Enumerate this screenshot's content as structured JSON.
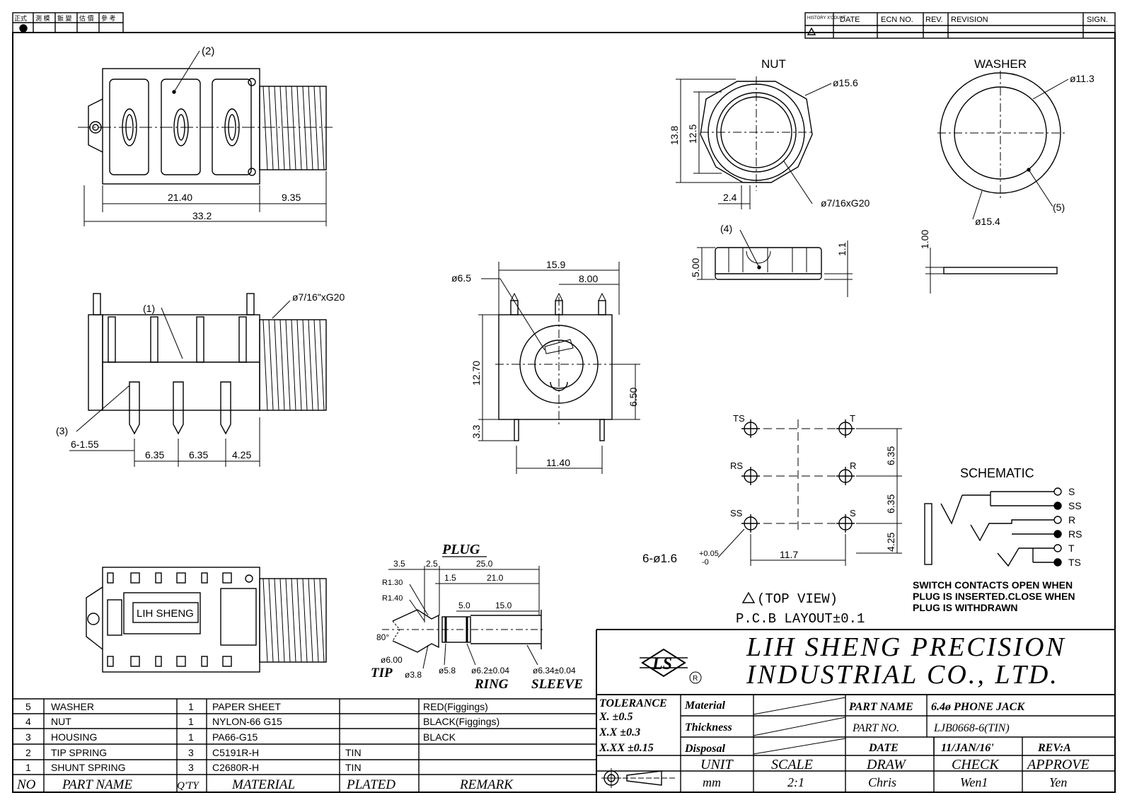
{
  "header": {
    "codes": [
      "正式",
      "測 模",
      "鈑 變",
      "估 價",
      "參 考"
    ],
    "history_label": "HISTORY X'COUNT",
    "cols": [
      "DATE",
      "ECN NO.",
      "REV.",
      "REVISION",
      "SIGN."
    ]
  },
  "side_view": {
    "callout": "(2)",
    "dims": [
      "21.40",
      "9.35",
      "33.2"
    ]
  },
  "front_view": {
    "callouts": [
      "(1)",
      "(3)"
    ],
    "thread": "ø7/16\"xG20",
    "dims": [
      "6-1.55",
      "6.35",
      "6.35",
      "4.25"
    ]
  },
  "end_view": {
    "dims": [
      "ø6.5",
      "15.9",
      "8.00",
      "12.70",
      "6.50",
      "3.3",
      "11.40"
    ]
  },
  "nut": {
    "title": "NUT",
    "dims": [
      "ø15.6",
      "13.8",
      "12.5",
      "2.4",
      "ø7/16xG20"
    ],
    "side_callout": "(4)",
    "side_dims": [
      "5.00",
      "1.1"
    ]
  },
  "washer": {
    "title": "WASHER",
    "dims": [
      "ø11.3",
      "ø15.4"
    ],
    "callout": "(5)",
    "side_dim": "1.00"
  },
  "pcb": {
    "pins": [
      "TS",
      "T",
      "RS",
      "R",
      "SS",
      "S"
    ],
    "dims": [
      "6.35",
      "6.35",
      "4.25",
      "11.7",
      "6-ø1.6",
      "+0.05",
      "-0"
    ],
    "caption1": "(TOP VIEW)",
    "caption2": "P.C.B LAYOUT±0.1"
  },
  "schematic": {
    "title": "SCHEMATIC",
    "terminals": [
      "S",
      "SS",
      "R",
      "RS",
      "T",
      "TS"
    ],
    "note": [
      "SWITCH CONTACTS OPEN WHEN",
      "PLUG IS INSERTED.CLOSE WHEN",
      "PLUG IS WITHDRAWN"
    ]
  },
  "plug": {
    "title": "PLUG",
    "dims": [
      "3.5",
      "2.5",
      "25.0",
      "1.5",
      "21.0",
      "R1.30",
      "R1.40",
      "5.0",
      "15.0",
      "80°",
      "ø6.00",
      "ø3.8",
      "ø5.8",
      "ø6.2±0.04",
      "ø6.34±0.04"
    ],
    "labels": [
      "TIP",
      "RING",
      "SLEEVE"
    ]
  },
  "housing_label": "LIH SHENG",
  "company": {
    "logo": "LS",
    "line1": "LIH SHENG PRECISION",
    "line2": "INDUSTRIAL CO., LTD."
  },
  "bom": {
    "headers": [
      "NO",
      "PART NAME",
      "Q'TY",
      "MATERIAL",
      "PLATED",
      "REMARK"
    ],
    "rows": [
      [
        "5",
        "WASHER",
        "1",
        "PAPER SHEET",
        "",
        "RED(Figgings)"
      ],
      [
        "4",
        "NUT",
        "1",
        "NYLON-66 G15",
        "",
        "BLACK(Figgings)"
      ],
      [
        "3",
        "HOUSING",
        "1",
        "PA66-G15",
        "",
        "BLACK"
      ],
      [
        "2",
        "TIP SPRING",
        "3",
        "C5191R-H",
        "TIN",
        ""
      ],
      [
        "1",
        "SHUNT SPRING",
        "3",
        "C2680R-H",
        "TIN",
        ""
      ]
    ]
  },
  "title_block": {
    "tolerance": "TOLERANCE",
    "tol_lines": [
      "X.     ±0.5",
      "X.X   ±0.3",
      "X.XX ±0.15"
    ],
    "material": "Material",
    "thickness": "Thickness",
    "disposal": "Disposal",
    "part_name_label": "PART NAME",
    "part_name": "6.4ø PHONE JACK",
    "part_no_label": "PART NO.",
    "part_no": "LJB0668-6(TIN)",
    "date_label": "DATE",
    "date": "11/JAN/16'",
    "rev": "REV:A",
    "unit_label": "UNIT",
    "unit": "mm",
    "scale_label": "SCALE",
    "scale": "2:1",
    "draw_label": "DRAW",
    "draw": "Chris",
    "check_label": "CHECK",
    "check": "Wen1",
    "approve_label": "APPROVE",
    "approve": "Yen"
  }
}
